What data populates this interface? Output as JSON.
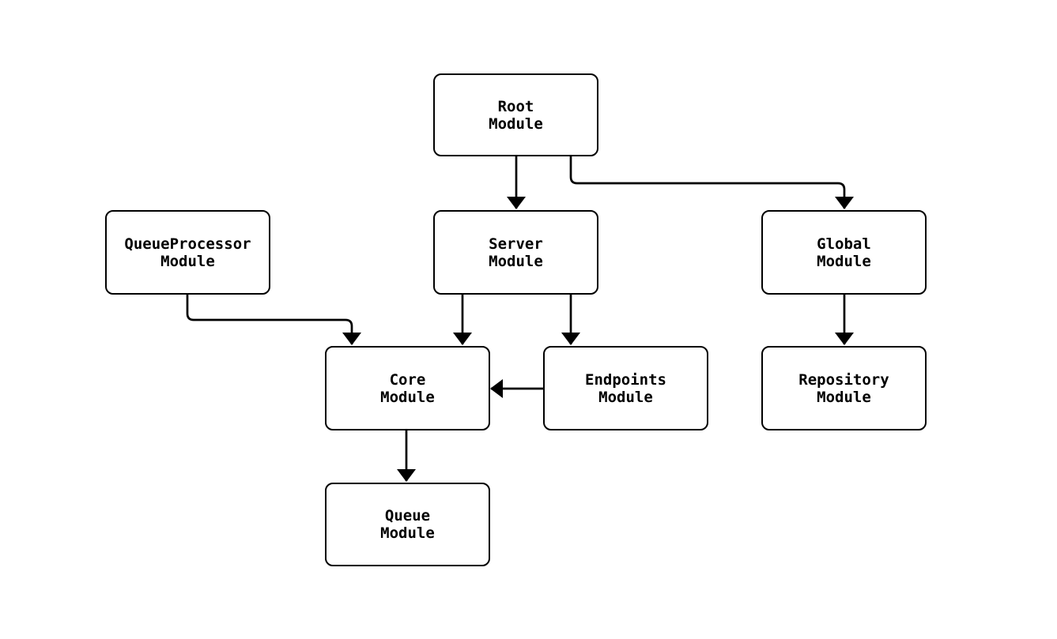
{
  "diagram": {
    "type": "module-dependency-graph",
    "colors": {
      "stroke": "#000000",
      "node_fill": "#ffffff",
      "background": "#ffffff",
      "text": "#000000"
    },
    "nodes": [
      {
        "id": "root",
        "lines": [
          "Root",
          "Module"
        ]
      },
      {
        "id": "qp",
        "lines": [
          "QueueProcessor",
          "Module"
        ]
      },
      {
        "id": "server",
        "lines": [
          "Server",
          "Module"
        ]
      },
      {
        "id": "global",
        "lines": [
          "Global",
          "Module"
        ]
      },
      {
        "id": "core",
        "lines": [
          "Core",
          "Module"
        ]
      },
      {
        "id": "endpoints",
        "lines": [
          "Endpoints",
          "Module"
        ]
      },
      {
        "id": "repository",
        "lines": [
          "Repository",
          "Module"
        ]
      },
      {
        "id": "queue",
        "lines": [
          "Queue",
          "Module"
        ]
      }
    ],
    "edges": [
      {
        "from": "Root Module",
        "to": "Server Module"
      },
      {
        "from": "Root Module",
        "to": "Global Module"
      },
      {
        "from": "QueueProcessor Module",
        "to": "Core Module"
      },
      {
        "from": "Server Module",
        "to": "Core Module"
      },
      {
        "from": "Server Module",
        "to": "Endpoints Module"
      },
      {
        "from": "Endpoints Module",
        "to": "Core Module"
      },
      {
        "from": "Global Module",
        "to": "Repository Module"
      },
      {
        "from": "Core Module",
        "to": "Queue Module"
      }
    ]
  }
}
